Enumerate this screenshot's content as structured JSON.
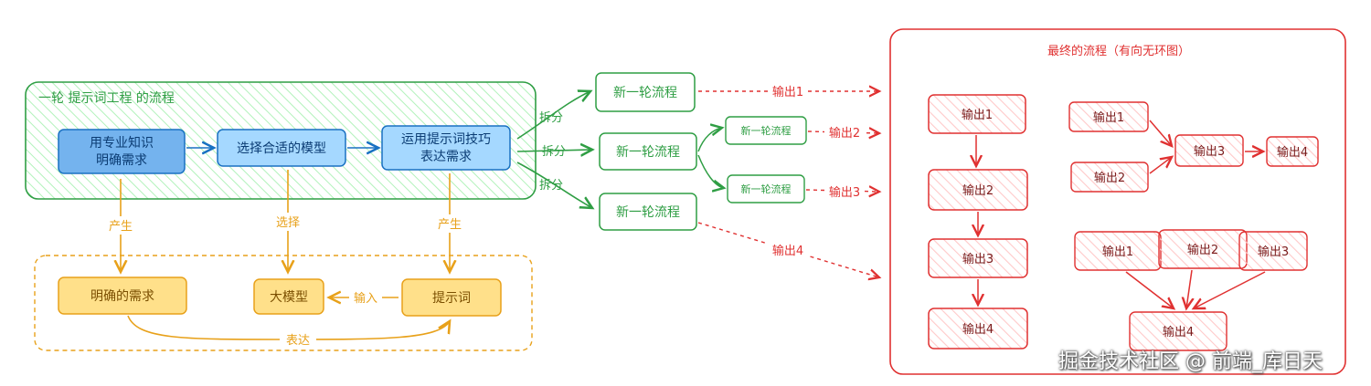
{
  "colors": {
    "green": "#2f9e44",
    "green_fill": "#b2f2bb",
    "blue": "#1971c2",
    "blue_fill": "#a5d8ff",
    "orange": "#e8a11a",
    "orange_fill": "#ffe08a",
    "red": "#e03131",
    "red_fill": "#ffc9c9"
  },
  "process_group": {
    "title": "一轮  提示词工程  的流程",
    "step1": [
      "用专业知识",
      "明确需求"
    ],
    "step2": "选择合适的模型",
    "step3": [
      "运用提示词技巧",
      "表达需求"
    ]
  },
  "labels": {
    "produce_left": "产生",
    "select": "选择",
    "produce_right": "产生",
    "input": "输入",
    "express": "表达",
    "split1": "拆分",
    "split2": "拆分",
    "split3": "拆分"
  },
  "requirements_group": {
    "clear_need": "明确的需求",
    "big_model": "大模型",
    "prompt": "提示词"
  },
  "new_rounds": {
    "round1": "新一轮流程",
    "round2": "新一轮流程",
    "round3": "新一轮流程",
    "sub1": "新一轮流程",
    "sub2": "新一轮流程"
  },
  "outputs": {
    "out1": "输出1",
    "out2": "输出2",
    "out3": "输出3",
    "out4": "输出4"
  },
  "final": {
    "title": "最终的流程（有向无环图）",
    "chain": [
      "输出1",
      "输出2",
      "输出3",
      "输出4"
    ],
    "dag1": {
      "a": "输出1",
      "b": "输出2",
      "c": "输出3",
      "d": "输出4"
    },
    "dag2": {
      "a": "输出1",
      "b": "输出2",
      "c": "输出3",
      "d": "输出4"
    }
  },
  "watermark": "掘金技术社区 @ 前端_库日天"
}
